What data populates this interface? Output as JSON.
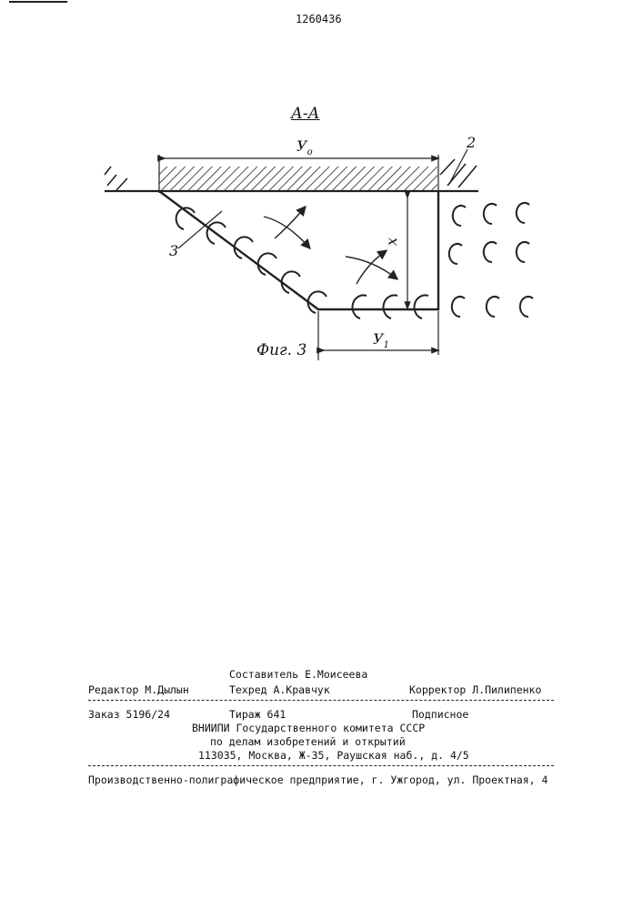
{
  "patent_number": "1260436",
  "figure": {
    "section_label": "А-А",
    "dim_y0": "У",
    "dim_y0_sub": "o",
    "dim_y1": "У",
    "dim_y1_sub": "1",
    "dim_x": "х",
    "ref_2": "2",
    "ref_3": "3",
    "caption": "Фиг. 3"
  },
  "colophon": {
    "compiler": "Составитель Е.Моисеева",
    "editor": "Редактор М.Дылын",
    "techred": "Техред А.Кравчук",
    "corrector": "Корректор Л.Пилипенко",
    "order": "Заказ 5196/24",
    "circulation": "Тираж 641",
    "subscription": "Подписное",
    "org_line1": "ВНИИПИ Государственного комитета СССР",
    "org_line2": "по делам изобретений и открытий",
    "address": "113035, Москва, Ж-35, Раушская наб., д. 4/5",
    "printer": "Производственно-полиграфическое предприятие, г. Ужгород, ул. Проектная, 4"
  }
}
